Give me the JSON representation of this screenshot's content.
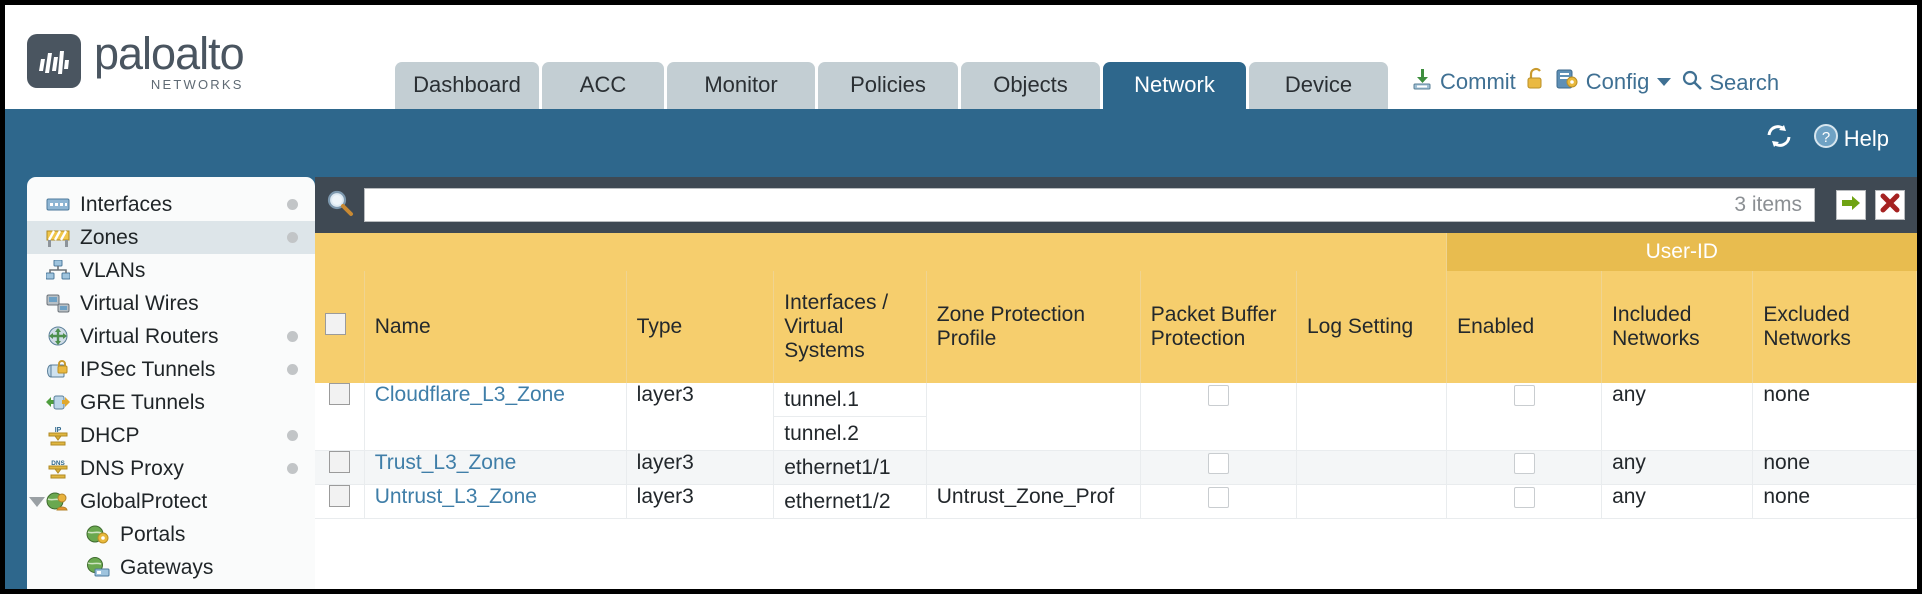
{
  "brand": {
    "name": "paloalto",
    "tagline": "NETWORKS",
    "mark_icon": "paloalto-logo-icon"
  },
  "nav_tabs": [
    {
      "label": "Dashboard",
      "active": false,
      "width": 144
    },
    {
      "label": "ACC",
      "active": false,
      "width": 122
    },
    {
      "label": "Monitor",
      "active": false,
      "width": 148
    },
    {
      "label": "Policies",
      "active": false,
      "width": 140
    },
    {
      "label": "Objects",
      "active": false,
      "width": 139
    },
    {
      "label": "Network",
      "active": true,
      "width": 143
    },
    {
      "label": "Device",
      "active": false,
      "width": 139
    }
  ],
  "top_actions": {
    "commit": {
      "label": "Commit",
      "icon": "commit-icon"
    },
    "lock": {
      "label": "",
      "icon": "lock-icon"
    },
    "config": {
      "label": "Config",
      "icon": "config-icon",
      "caret": "chevron-down-icon"
    },
    "search": {
      "label": "Search",
      "icon": "search-icon"
    }
  },
  "band": {
    "refresh": {
      "icon": "refresh-icon"
    },
    "help": {
      "label": "Help",
      "icon": "help-icon"
    }
  },
  "sidebar": {
    "items": [
      {
        "label": "Interfaces",
        "icon": "interfaces-icon",
        "selected": false,
        "dot": true,
        "indent": false,
        "triangle": false
      },
      {
        "label": "Zones",
        "icon": "zones-icon",
        "selected": true,
        "dot": true,
        "indent": false,
        "triangle": false
      },
      {
        "label": "VLANs",
        "icon": "vlans-icon",
        "selected": false,
        "dot": false,
        "indent": false,
        "triangle": false
      },
      {
        "label": "Virtual Wires",
        "icon": "virtual-wires-icon",
        "selected": false,
        "dot": false,
        "indent": false,
        "triangle": false
      },
      {
        "label": "Virtual Routers",
        "icon": "virtual-routers-icon",
        "selected": false,
        "dot": true,
        "indent": false,
        "triangle": false
      },
      {
        "label": "IPSec Tunnels",
        "icon": "ipsec-tunnels-icon",
        "selected": false,
        "dot": true,
        "indent": false,
        "triangle": false
      },
      {
        "label": "GRE Tunnels",
        "icon": "gre-tunnels-icon",
        "selected": false,
        "dot": false,
        "indent": false,
        "triangle": false
      },
      {
        "label": "DHCP",
        "icon": "dhcp-icon",
        "selected": false,
        "dot": true,
        "indent": false,
        "triangle": false
      },
      {
        "label": "DNS Proxy",
        "icon": "dns-proxy-icon",
        "selected": false,
        "dot": true,
        "indent": false,
        "triangle": false
      },
      {
        "label": "GlobalProtect",
        "icon": "globalprotect-icon",
        "selected": false,
        "dot": false,
        "indent": false,
        "triangle": true
      },
      {
        "label": "Portals",
        "icon": "portals-icon",
        "selected": false,
        "dot": false,
        "indent": true,
        "triangle": false
      },
      {
        "label": "Gateways",
        "icon": "gateways-icon",
        "selected": false,
        "dot": false,
        "indent": true,
        "triangle": false
      }
    ]
  },
  "search": {
    "icon": "magnifier-icon",
    "value": "",
    "placeholder": "",
    "item_count": "3 items",
    "apply_button": {
      "icon": "green-arrow-icon"
    },
    "clear_button": {
      "icon": "red-x-icon"
    }
  },
  "table": {
    "group_header": {
      "label": "User-ID"
    },
    "columns": [
      "Name",
      "Type",
      "Interfaces / Virtual Systems",
      "Zone Protection Profile",
      "Packet Buffer Protection",
      "Log Setting",
      "Enabled",
      "Included Networks",
      "Excluded Networks"
    ],
    "rows": [
      {
        "selected": false,
        "name": "Cloudflare_L3_Zone",
        "type": "layer3",
        "interfaces": [
          "tunnel.1",
          "tunnel.2"
        ],
        "zone_protection_profile": "",
        "packet_buffer_protection": false,
        "log_setting": "",
        "userid_enabled": false,
        "included_networks": "any",
        "excluded_networks": "none"
      },
      {
        "selected": false,
        "name": "Trust_L3_Zone",
        "type": "layer3",
        "interfaces": [
          "ethernet1/1"
        ],
        "zone_protection_profile": "",
        "packet_buffer_protection": false,
        "log_setting": "",
        "userid_enabled": false,
        "included_networks": "any",
        "excluded_networks": "none"
      },
      {
        "selected": false,
        "name": "Untrust_L3_Zone",
        "type": "layer3",
        "interfaces": [
          "ethernet1/2"
        ],
        "zone_protection_profile": "Untrust_Zone_Prof",
        "packet_buffer_protection": false,
        "log_setting": "",
        "userid_enabled": false,
        "included_networks": "any",
        "excluded_networks": "none"
      }
    ]
  },
  "colors": {
    "brand_blue": "#2e678c",
    "header_amber": "#f6ce6d",
    "group_amber": "#e8bc4f",
    "link_blue": "#3f7ea8",
    "search_bar": "#3f4953",
    "sidebar_selected": "#dde5e9"
  }
}
